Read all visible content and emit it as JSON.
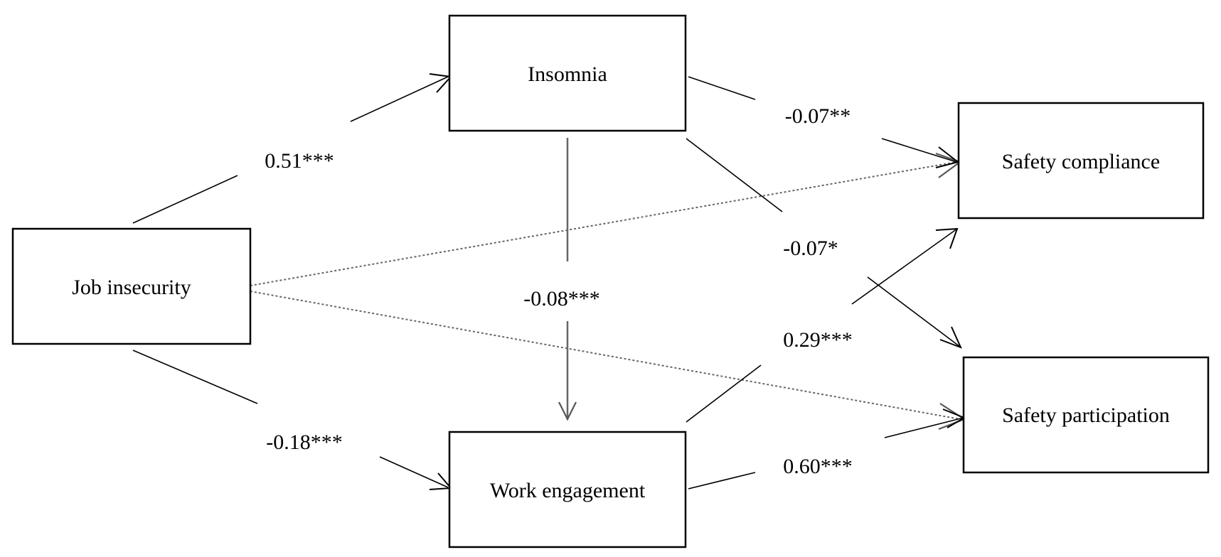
{
  "nodes": {
    "insomnia": "Insomnia",
    "job_insecurity": "Job insecurity",
    "work_engagement": "Work engagement",
    "safety_compliance": "Safety compliance",
    "safety_participation": "Safety participation"
  },
  "paths": {
    "ji_to_insomnia": "0.51***",
    "ji_to_engagement": "-0.18***",
    "insomnia_to_engagement": "-0.08***",
    "insomnia_to_compliance": "-0.07**",
    "insomnia_to_participation": "-0.07*",
    "engagement_to_compliance": "0.29***",
    "engagement_to_participation": "0.60***"
  },
  "colors": {
    "box_stroke": "#000000",
    "solid_path": "#000000",
    "dotted_path": "#666666"
  }
}
